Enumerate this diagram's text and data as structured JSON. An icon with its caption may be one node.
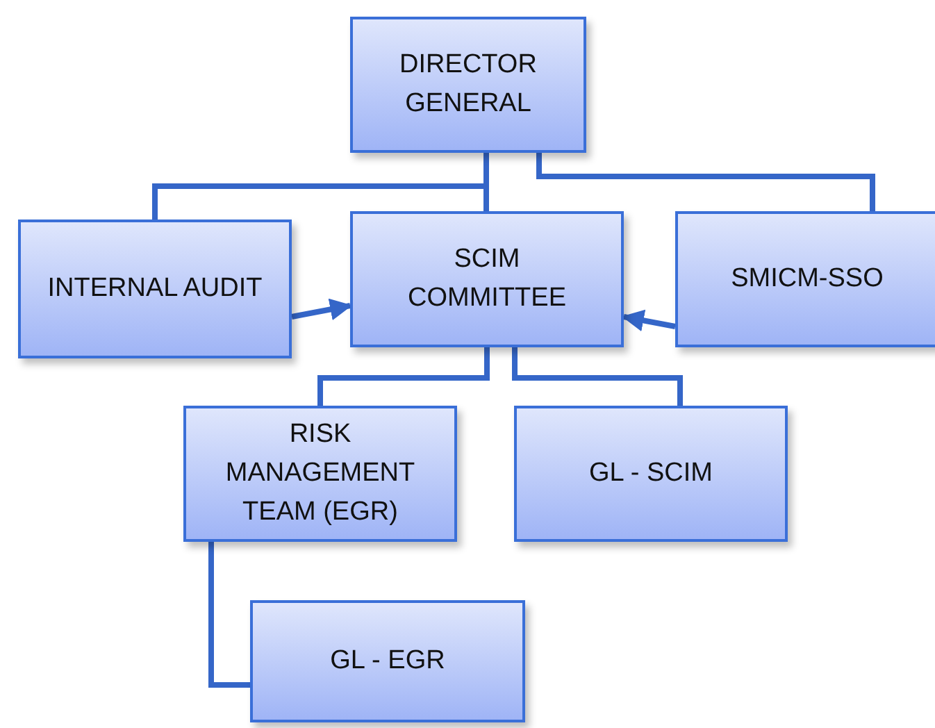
{
  "diagram": {
    "nodes": [
      {
        "text": [
          "DIRECTOR GENERAL"
        ]
      },
      {
        "text": [
          "INTERNAL AUDIT"
        ]
      },
      {
        "text": [
          "SCIM COMMITTEE"
        ]
      },
      {
        "text": [
          "SMICM-SSO"
        ]
      },
      {
        "text": [
          "RISK MANAGEMENT TEAM (EGR)"
        ]
      },
      {
        "text": [
          "GL - SCIM"
        ]
      },
      {
        "text": [
          "GL - EGR"
        ]
      }
    ],
    "edges": [
      {
        "from": 0,
        "to": 1,
        "arrow": "none"
      },
      {
        "from": 0,
        "to": 2,
        "arrow": "none"
      },
      {
        "from": 0,
        "to": 3,
        "arrow": "none"
      },
      {
        "from": 1,
        "to": 2,
        "arrow": "to"
      },
      {
        "from": 3,
        "to": 2,
        "arrow": "to"
      },
      {
        "from": 2,
        "to": 4,
        "arrow": "none"
      },
      {
        "from": 2,
        "to": 5,
        "arrow": "none"
      },
      {
        "from": 4,
        "to": 6,
        "arrow": "none"
      }
    ]
  }
}
